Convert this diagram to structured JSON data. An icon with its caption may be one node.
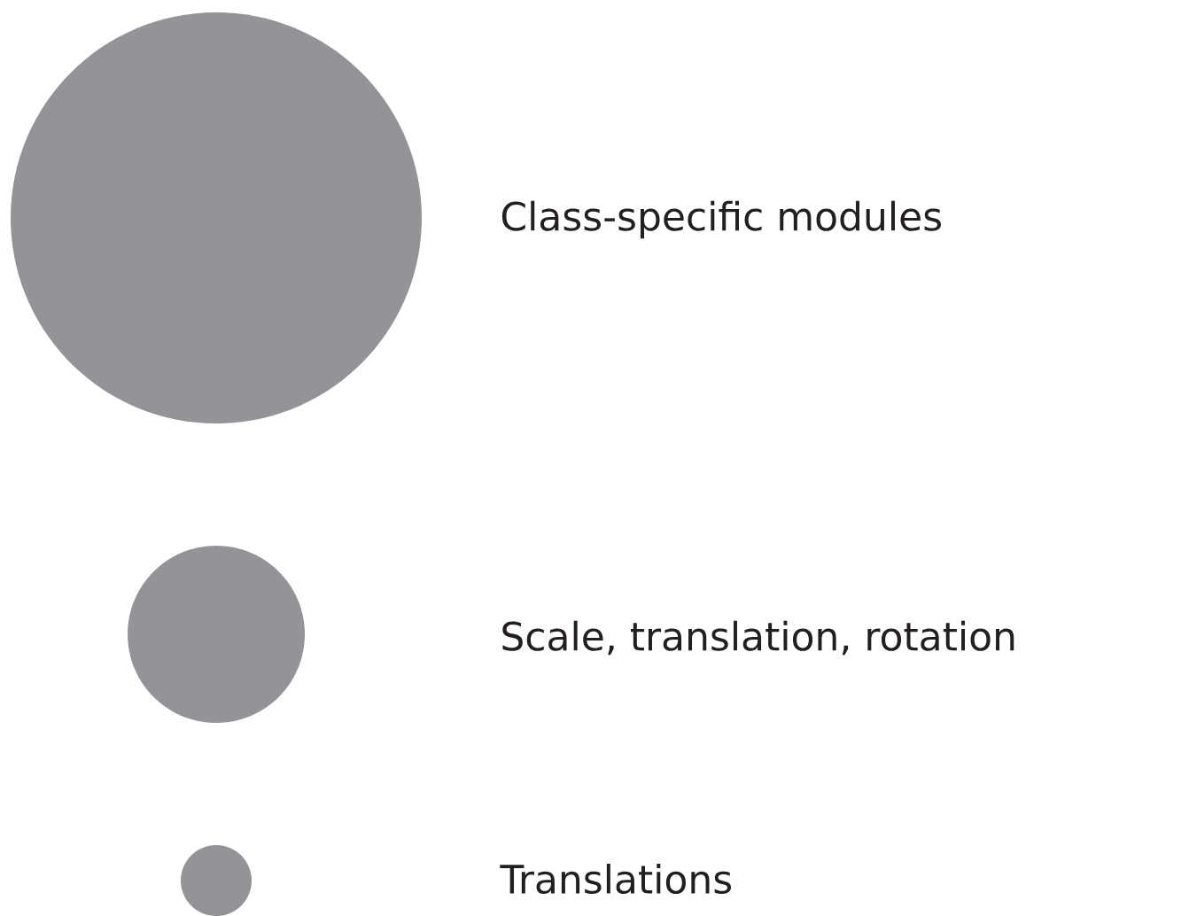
{
  "diagram": {
    "nodes": [
      {
        "text": [],
        "shape": "circle"
      },
      {
        "text": [],
        "shape": "circle"
      },
      {
        "text": [],
        "shape": "circle"
      }
    ],
    "labels": [
      "Class-specific modules",
      "Scale, translation, rotation",
      "Translations"
    ]
  }
}
